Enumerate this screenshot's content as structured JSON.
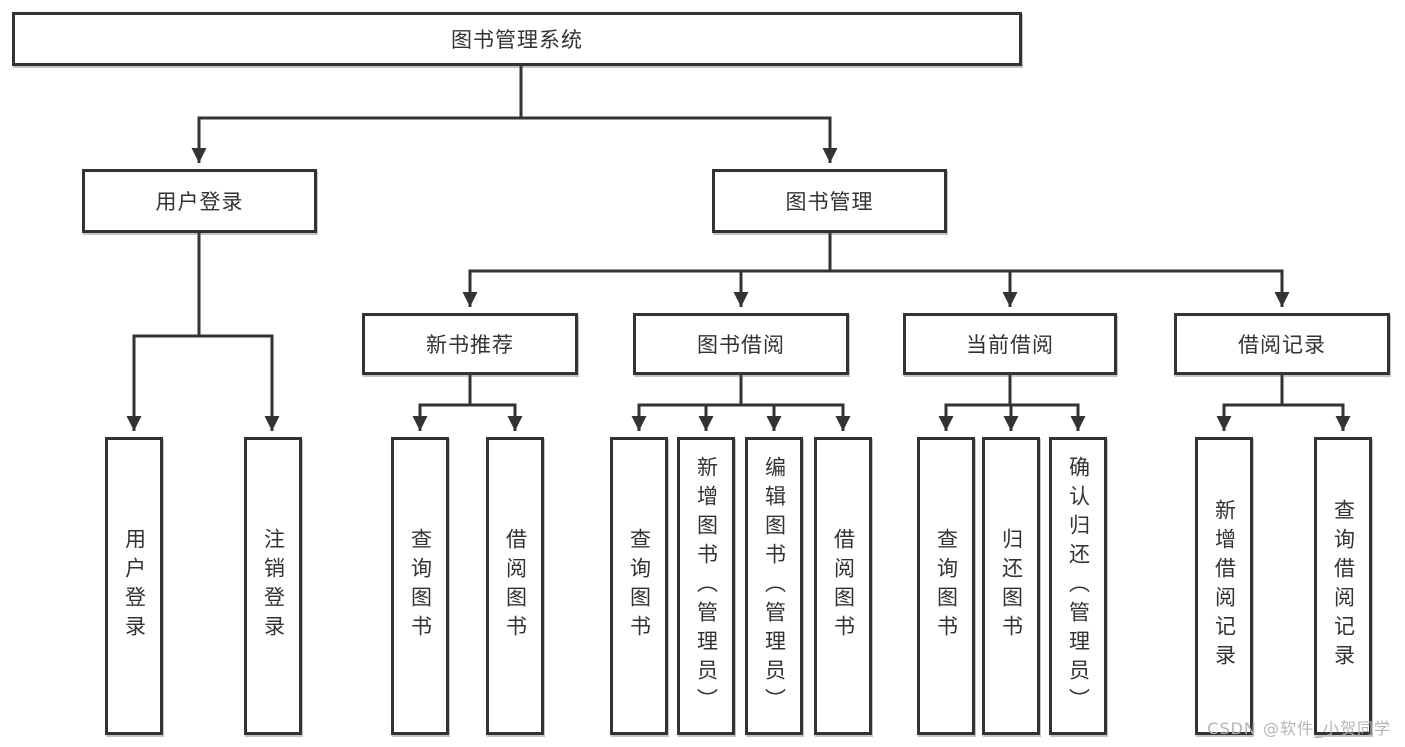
{
  "diagram": {
    "root": {
      "label": "图书管理系统"
    },
    "level2": [
      {
        "label": "用户登录"
      },
      {
        "label": "图书管理"
      }
    ],
    "level3": [
      {
        "label": "新书推荐"
      },
      {
        "label": "图书借阅"
      },
      {
        "label": "当前借阅"
      },
      {
        "label": "借阅记录"
      }
    ],
    "leaves": [
      {
        "label": "用户登录",
        "parent": "用户登录"
      },
      {
        "label": "注销登录",
        "parent": "用户登录"
      },
      {
        "label": "查询图书",
        "parent": "新书推荐"
      },
      {
        "label": "借阅图书",
        "parent": "新书推荐"
      },
      {
        "label": "查询图书",
        "parent": "图书借阅"
      },
      {
        "label": "新增图书（管理员）",
        "parent": "图书借阅"
      },
      {
        "label": "编辑图书（管理员）",
        "parent": "图书借阅"
      },
      {
        "label": "借阅图书",
        "parent": "图书借阅"
      },
      {
        "label": "查询图书",
        "parent": "当前借阅"
      },
      {
        "label": "归还图书",
        "parent": "当前借阅"
      },
      {
        "label": "确认归还（管理员）",
        "parent": "当前借阅"
      },
      {
        "label": "新增借阅记录",
        "parent": "借阅记录"
      },
      {
        "label": "查询借阅记录",
        "parent": "借阅记录"
      }
    ]
  },
  "watermark": {
    "text": "CSDN @软件_小贺同学"
  },
  "colors": {
    "line": "#333333",
    "box_border": "#333333",
    "text": "#333333",
    "background": "#ffffff",
    "watermark": "#b5b5b5"
  }
}
